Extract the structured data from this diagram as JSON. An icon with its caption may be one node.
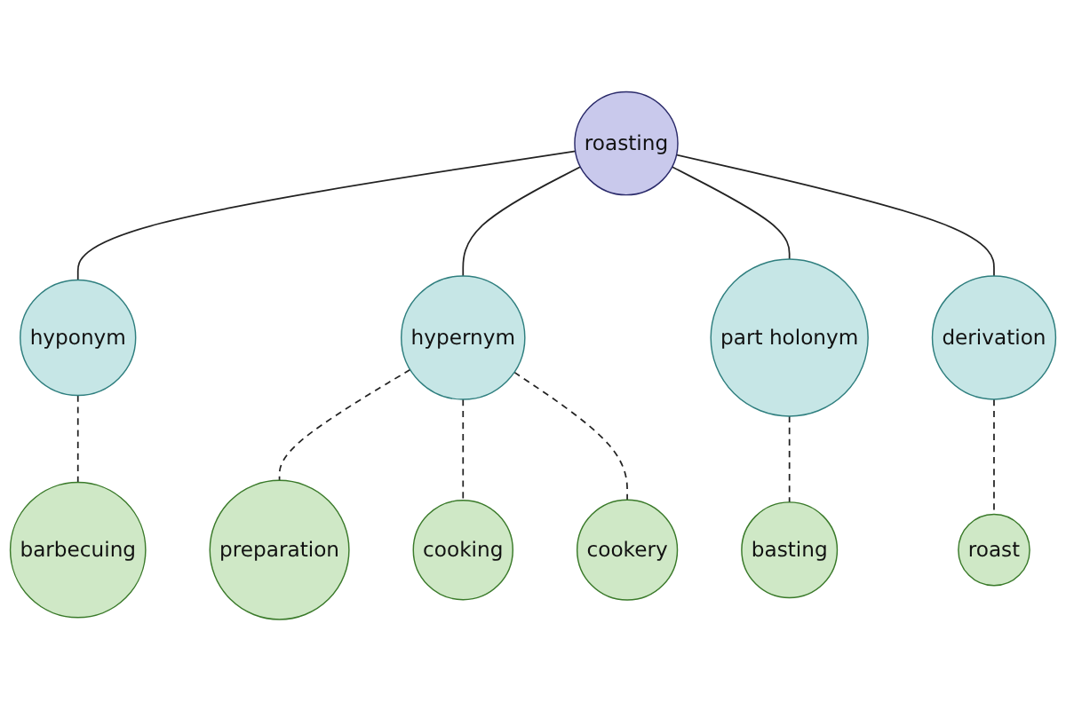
{
  "diagram": {
    "nodes": [
      {
        "text": [
          "barbecuing"
        ]
      },
      {
        "text": [
          "hyponym"
        ]
      },
      {
        "text": [
          "preparation"
        ]
      },
      {
        "text": [
          "roasting"
        ]
      },
      {
        "text": [
          "hypernym"
        ]
      },
      {
        "text": [
          "cooking"
        ]
      },
      {
        "text": [
          "cookery"
        ]
      },
      {
        "text": [
          "part holonym"
        ]
      },
      {
        "text": [
          "derivation"
        ]
      },
      {
        "text": [
          "roast"
        ]
      },
      {
        "text": [
          "basting"
        ]
      }
    ],
    "edges": [
      {
        "from": 3,
        "to": 1,
        "arrow": "none"
      },
      {
        "from": 3,
        "to": 4,
        "arrow": "none"
      },
      {
        "from": 3,
        "to": 7,
        "arrow": "none"
      },
      {
        "from": 3,
        "to": 8,
        "arrow": "none"
      },
      {
        "from": 1,
        "to": 0,
        "arrow": "none",
        "style": "dashed"
      },
      {
        "from": 4,
        "to": 2,
        "arrow": "none",
        "style": "dashed"
      },
      {
        "from": 4,
        "to": 5,
        "arrow": "none",
        "style": "dashed"
      },
      {
        "from": 4,
        "to": 6,
        "arrow": "none",
        "style": "dashed"
      },
      {
        "from": 7,
        "to": 10,
        "arrow": "none",
        "style": "dashed"
      },
      {
        "from": 8,
        "to": 9,
        "arrow": "none",
        "style": "dashed"
      }
    ]
  }
}
